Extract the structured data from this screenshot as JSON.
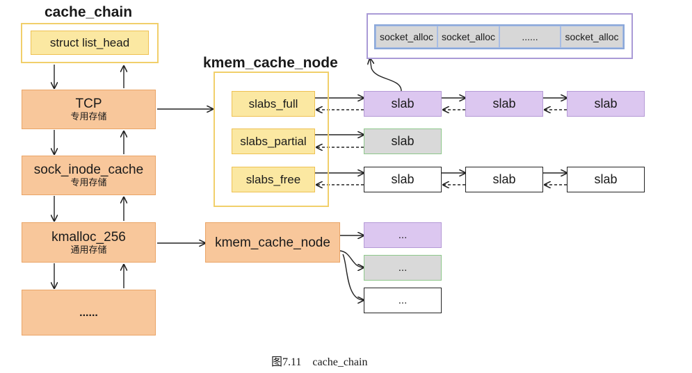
{
  "cache_chain": {
    "title": "cache_chain",
    "list_head": "struct list_head",
    "items": [
      {
        "name": "TCP",
        "sub": "专用存储"
      },
      {
        "name": "sock_inode_cache",
        "sub": "专用存储"
      },
      {
        "name": "kmalloc_256",
        "sub": "通用存储"
      },
      {
        "name": "......",
        "sub": ""
      }
    ]
  },
  "kmem_cache_node": {
    "title": "kmem_cache_node",
    "lists": [
      "slabs_full",
      "slabs_partial",
      "slabs_free"
    ]
  },
  "second_node": {
    "label": "kmem_cache_node"
  },
  "slabs": {
    "full": [
      "slab",
      "slab",
      "slab"
    ],
    "partial": [
      "slab"
    ],
    "free": [
      "slab",
      "slab",
      "slab"
    ]
  },
  "objects": [
    "socket_alloc",
    "socket_alloc",
    "......",
    "socket_alloc"
  ],
  "ellipsis_boxes": [
    "...",
    "...",
    "..."
  ],
  "caption": "图7.11    cache_chain",
  "colors": {
    "yellow_fill": "#fbe8a2",
    "orange_fill": "#f8c79b",
    "purple_fill": "#dcc7f0",
    "gray_fill": "#d9d9d9",
    "frame_yellow": "#f1cf6a",
    "frame_purple": "#a99ad6"
  }
}
